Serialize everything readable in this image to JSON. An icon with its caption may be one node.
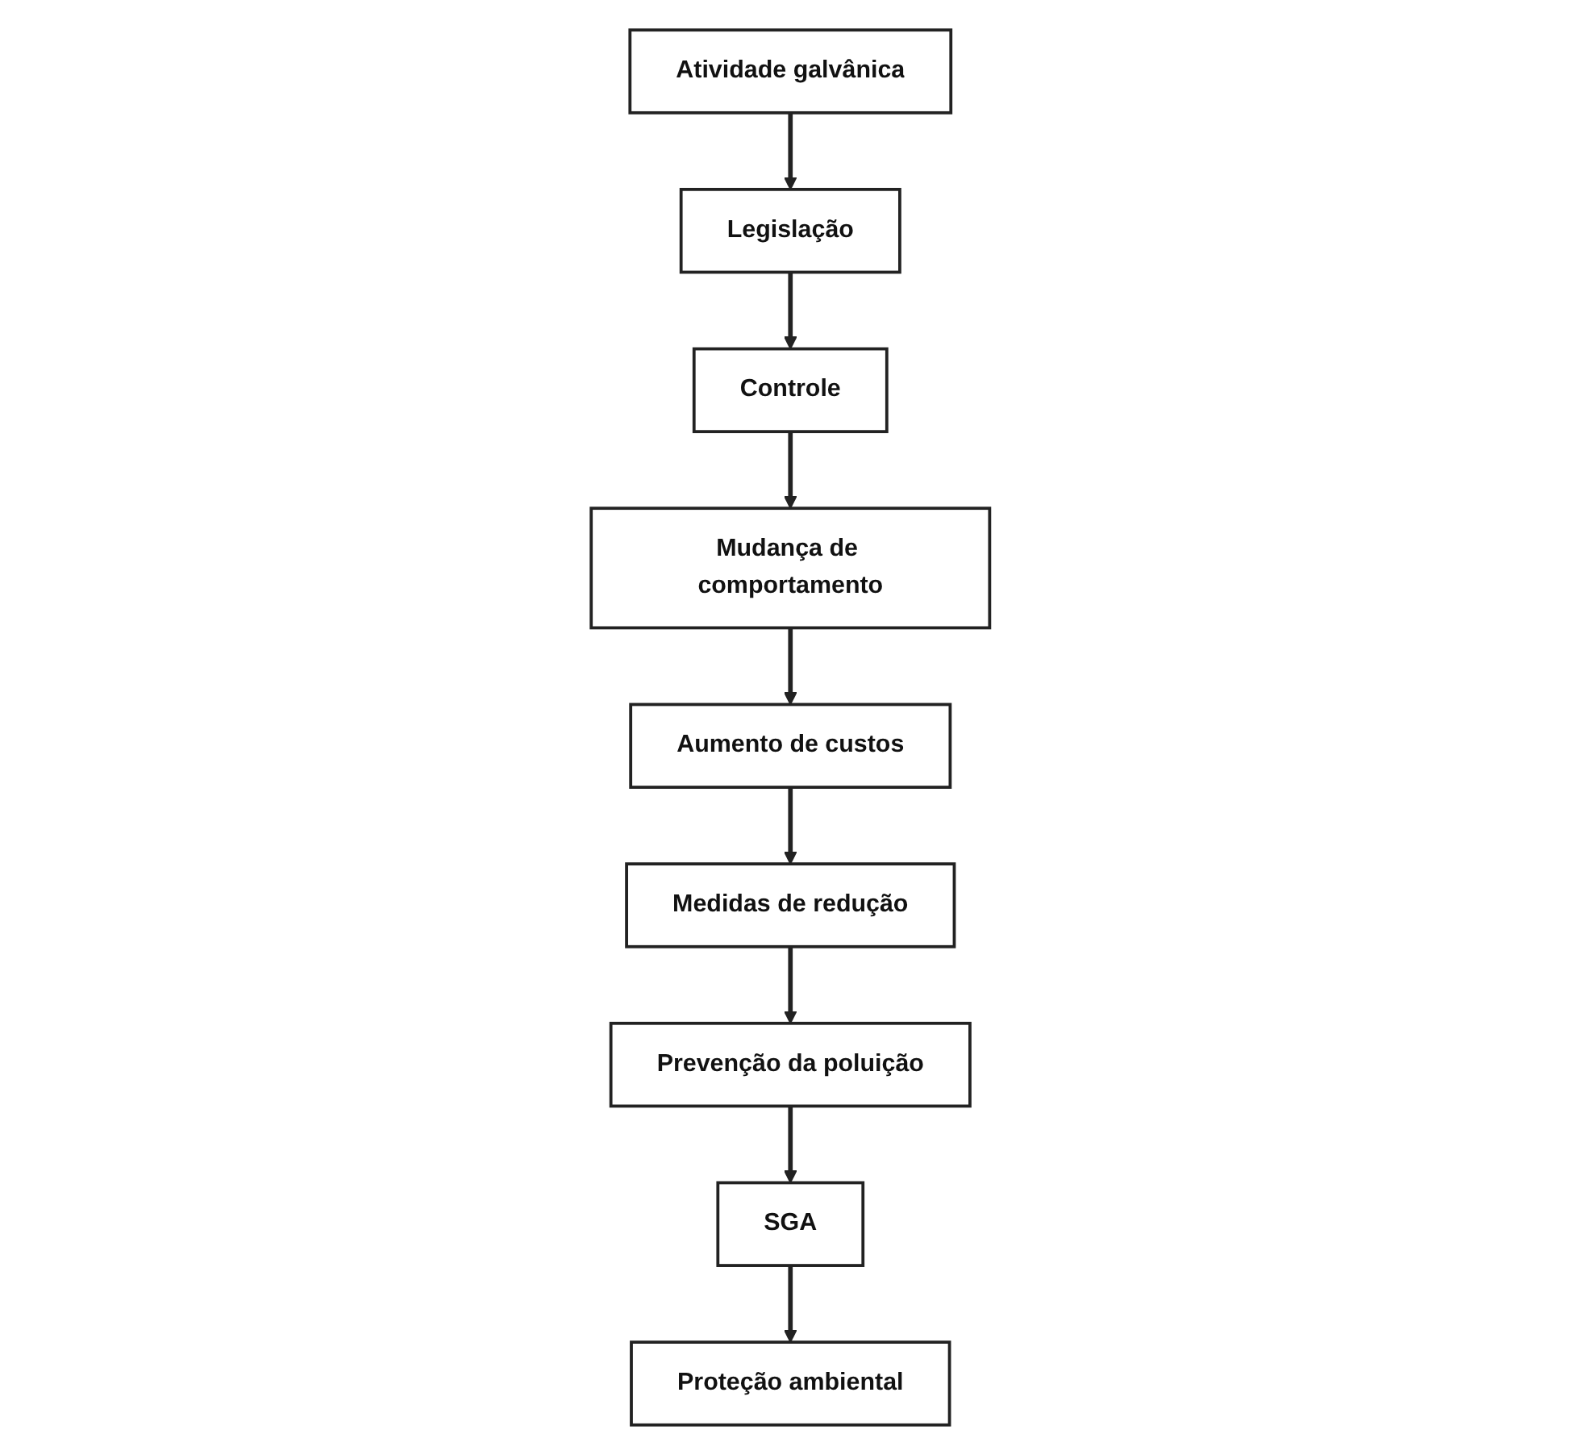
{
  "diagram": {
    "nodes": [
      {
        "text": [
          "Atividade galvânica"
        ]
      },
      {
        "text": [
          "Legislação"
        ]
      },
      {
        "text": [
          "Controle"
        ]
      },
      {
        "text": [
          "Mudança de comportamento"
        ]
      },
      {
        "text": [
          "Aumento de custos"
        ]
      },
      {
        "text": [
          "Medidas de redução"
        ]
      },
      {
        "text": [
          "Prevenção da poluição"
        ]
      },
      {
        "text": [
          "SGA"
        ]
      },
      {
        "text": [
          "Proteção ambiental"
        ]
      }
    ],
    "edges": [
      {
        "from": 0,
        "to": 1,
        "arrow": "to"
      },
      {
        "from": 1,
        "to": 2,
        "arrow": "to"
      },
      {
        "from": 2,
        "to": 3,
        "arrow": "to"
      },
      {
        "from": 3,
        "to": 4,
        "arrow": "to"
      },
      {
        "from": 4,
        "to": 5,
        "arrow": "to"
      },
      {
        "from": 5,
        "to": 6,
        "arrow": "to"
      },
      {
        "from": 6,
        "to": 7,
        "arrow": "to"
      },
      {
        "from": 7,
        "to": 8,
        "arrow": "to"
      }
    ]
  }
}
